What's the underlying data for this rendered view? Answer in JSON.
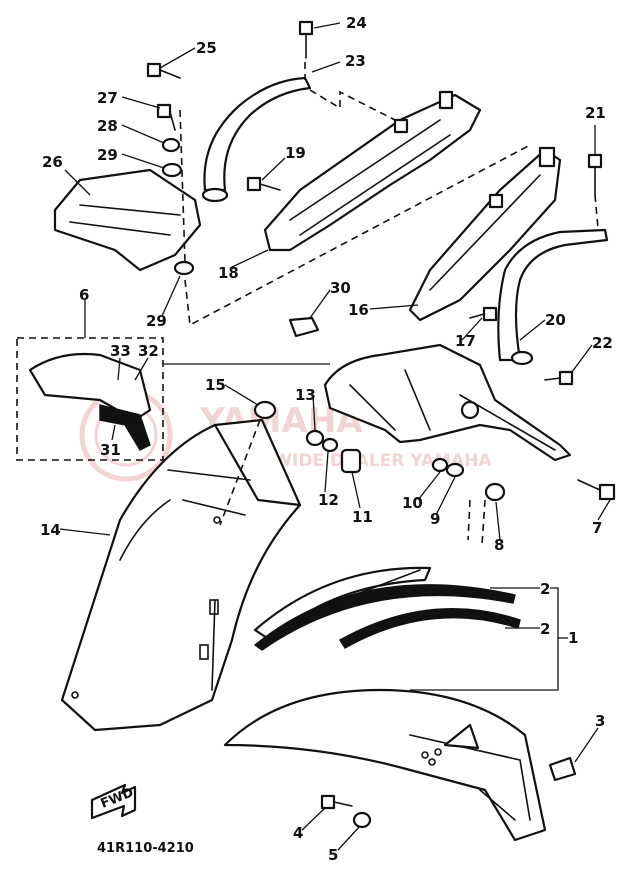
{
  "diagram": {
    "catalog_code": "41R110-4210",
    "fwd_label": "FWD",
    "watermark": {
      "line1": "YAMAHA",
      "line2": "WORLDWIDE DEALER YAMAHA"
    },
    "callouts": {
      "c1": "1",
      "c2a": "2",
      "c2b": "2",
      "c3": "3",
      "c4": "4",
      "c5": "5",
      "c6": "6",
      "c7": "7",
      "c8": "8",
      "c9": "9",
      "c10": "10",
      "c11": "11",
      "c12": "12",
      "c13": "13",
      "c14": "14",
      "c15": "15",
      "c16": "16",
      "c17": "17",
      "c18": "18",
      "c19": "19",
      "c20": "20",
      "c21": "21",
      "c22": "22",
      "c23": "23",
      "c24": "24",
      "c25": "25",
      "c26": "26",
      "c27": "27",
      "c28": "28",
      "c29a": "29",
      "c29b": "29",
      "c30": "30",
      "c31": "31",
      "c32": "32",
      "c33": "33"
    }
  }
}
